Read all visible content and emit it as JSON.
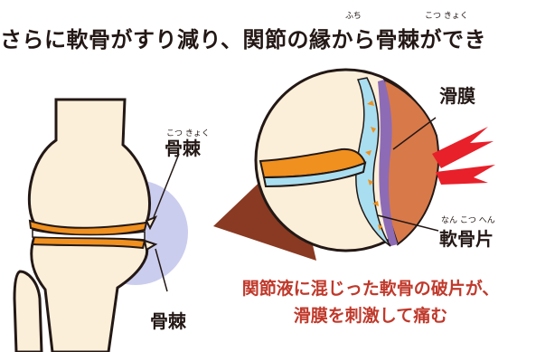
{
  "header": {
    "text": "さらに軟骨がすり減り、関節の縁から骨棘ができ",
    "ruby_fuchi": "ふち",
    "ruby_kotsukyoku": "こつ きょく"
  },
  "labels": {
    "kotsukyoku_top": "骨棘",
    "kotsukyoku_top_ruby": "こつ きょく",
    "kotsukyoku_bottom": "骨棘",
    "kakumaku": "滑膜",
    "nankotsuhen": "軟骨片",
    "nankotsuhen_ruby": "なん こつ へん"
  },
  "caption": {
    "line1": "関節液に混じった軟骨の破片が、",
    "line2": "滑膜を刺激して痛む"
  },
  "colors": {
    "bone": "#fbefd9",
    "cartilage": "#f0901e",
    "fluid": "#a9def0",
    "membrane": "#8e6bb5",
    "tissue": "#d8794a",
    "inflammation": "#e8202a",
    "highlight": "#c5c8ec",
    "caption": "#c0392b"
  }
}
